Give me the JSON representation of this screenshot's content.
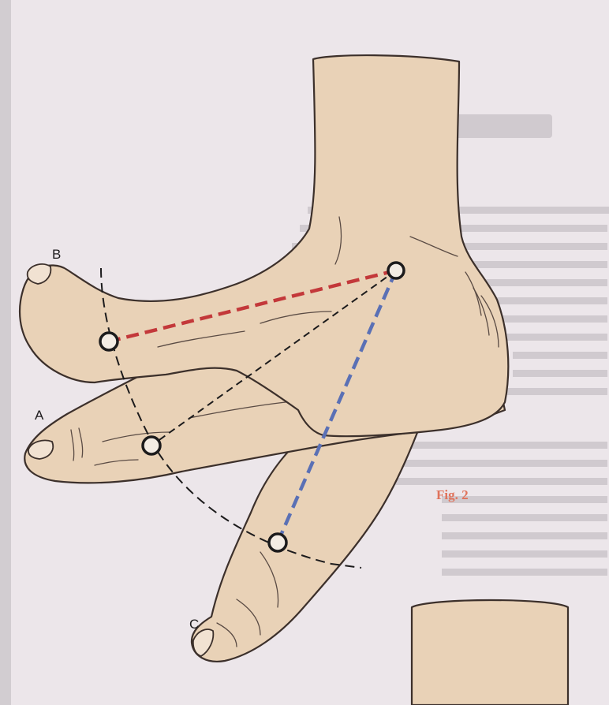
{
  "labels": {
    "b": "B",
    "a": "A",
    "c": "C",
    "figure": "Fig. 2"
  },
  "colors": {
    "background": "#ece6ea",
    "skin": "#e9d2b7",
    "outline": "#3c302b",
    "red_line": "#c3383a",
    "blue_line": "#5a70b5",
    "fig_label": "#e0735c"
  },
  "points": [
    "ankle-pivot",
    "toe-b-marker",
    "toe-a-marker",
    "toe-c-marker"
  ]
}
